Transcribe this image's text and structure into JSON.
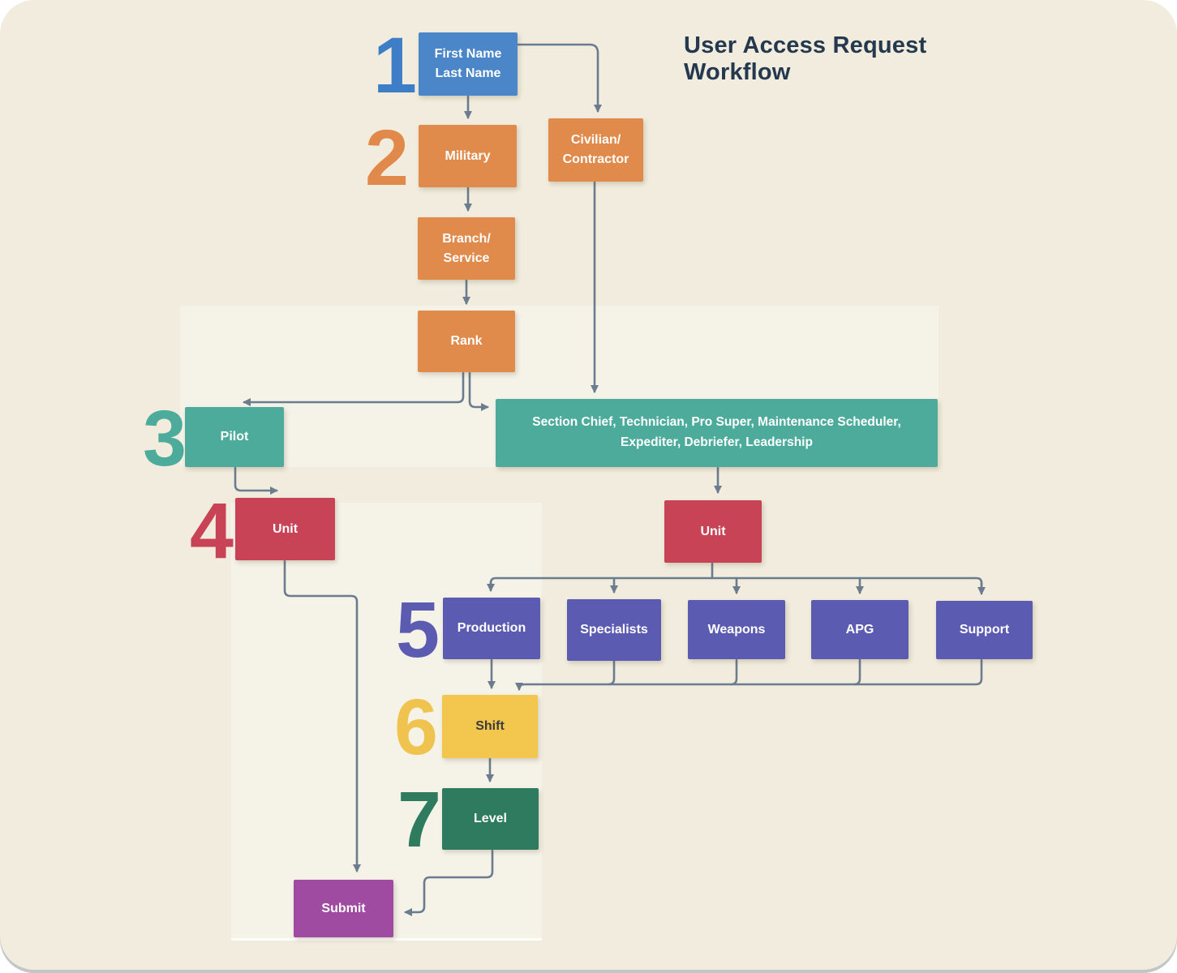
{
  "title": "User Access Request Workflow",
  "steps": [
    "1",
    "2",
    "3",
    "4",
    "5",
    "6",
    "7"
  ],
  "nodes": {
    "name": {
      "label": "First Name\nLast Name"
    },
    "military": {
      "label": "Military"
    },
    "civilian": {
      "label": "Civilian/\nContractor"
    },
    "branch": {
      "label": "Branch/\nService"
    },
    "rank": {
      "label": "Rank"
    },
    "pilot": {
      "label": "Pilot"
    },
    "roles": {
      "label": "Section Chief, Technician, Pro Super, Maintenance Scheduler,\nExpediter, Debriefer, Leadership"
    },
    "unit_pilot": {
      "label": "Unit"
    },
    "unit_roles": {
      "label": "Unit"
    },
    "production": {
      "label": "Production"
    },
    "specialists": {
      "label": "Specialists"
    },
    "weapons": {
      "label": "Weapons"
    },
    "apg": {
      "label": "APG"
    },
    "support": {
      "label": "Support"
    },
    "shift": {
      "label": "Shift"
    },
    "level": {
      "label": "Level"
    },
    "submit": {
      "label": "Submit"
    }
  },
  "colors": {
    "background": "#f1ecdd",
    "panel": "rgba(255,255,255,0.32)",
    "blue": "#4a86c8",
    "orange": "#e08a4c",
    "teal": "#4dab9c",
    "crimson": "#c84356",
    "purple": "#5c5bb2",
    "yellow": "#f3c64d",
    "green": "#2e7b60",
    "magenta": "#9e4ba1",
    "arrow": "#6b7c8e",
    "title_text": "#24384e",
    "shift_text": "#3b3b3b"
  }
}
